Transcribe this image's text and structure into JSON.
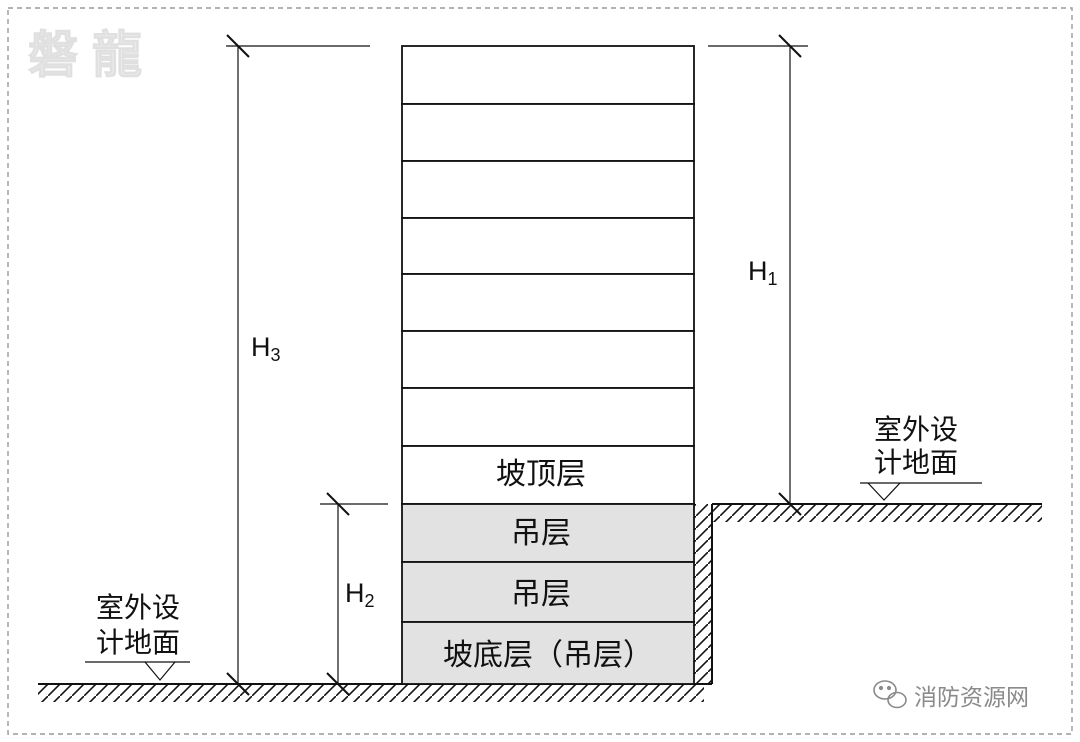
{
  "watermark": "磐龍",
  "labels": {
    "h1": "H",
    "h1_sub": "1",
    "h2": "H",
    "h2_sub": "2",
    "h3": "H",
    "h3_sub": "3"
  },
  "floors": {
    "slope_top": "坡顶层",
    "stilt_1": "吊层",
    "stilt_2": "吊层",
    "slope_bottom": "坡底层（吊层）"
  },
  "ground_right": {
    "line1": "室外设",
    "line2": "计地面"
  },
  "ground_left": {
    "line1": "室外设",
    "line2": "计地面"
  },
  "credit": "消防资源网",
  "colors": {
    "stilt_fill": "#e2e2e2",
    "line": "#111111",
    "border": "#9a9a9a"
  }
}
